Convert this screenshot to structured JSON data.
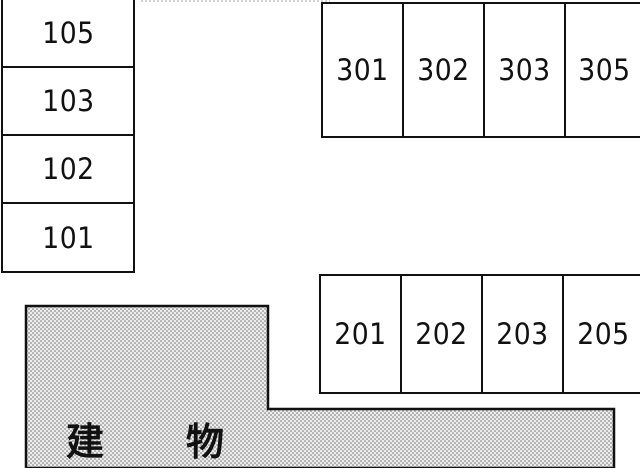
{
  "left_stalls": [
    "105",
    "103",
    "102",
    "101"
  ],
  "upper_row_stalls": [
    "301",
    "302",
    "303",
    "305"
  ],
  "lower_row_stalls": [
    "201",
    "202",
    "203",
    "205"
  ],
  "building": {
    "label_char_1": "建",
    "label_char_2": "物"
  },
  "colors": {
    "lines": "#111111",
    "building_fill": "#d9d9d9",
    "background": "#ffffff"
  }
}
